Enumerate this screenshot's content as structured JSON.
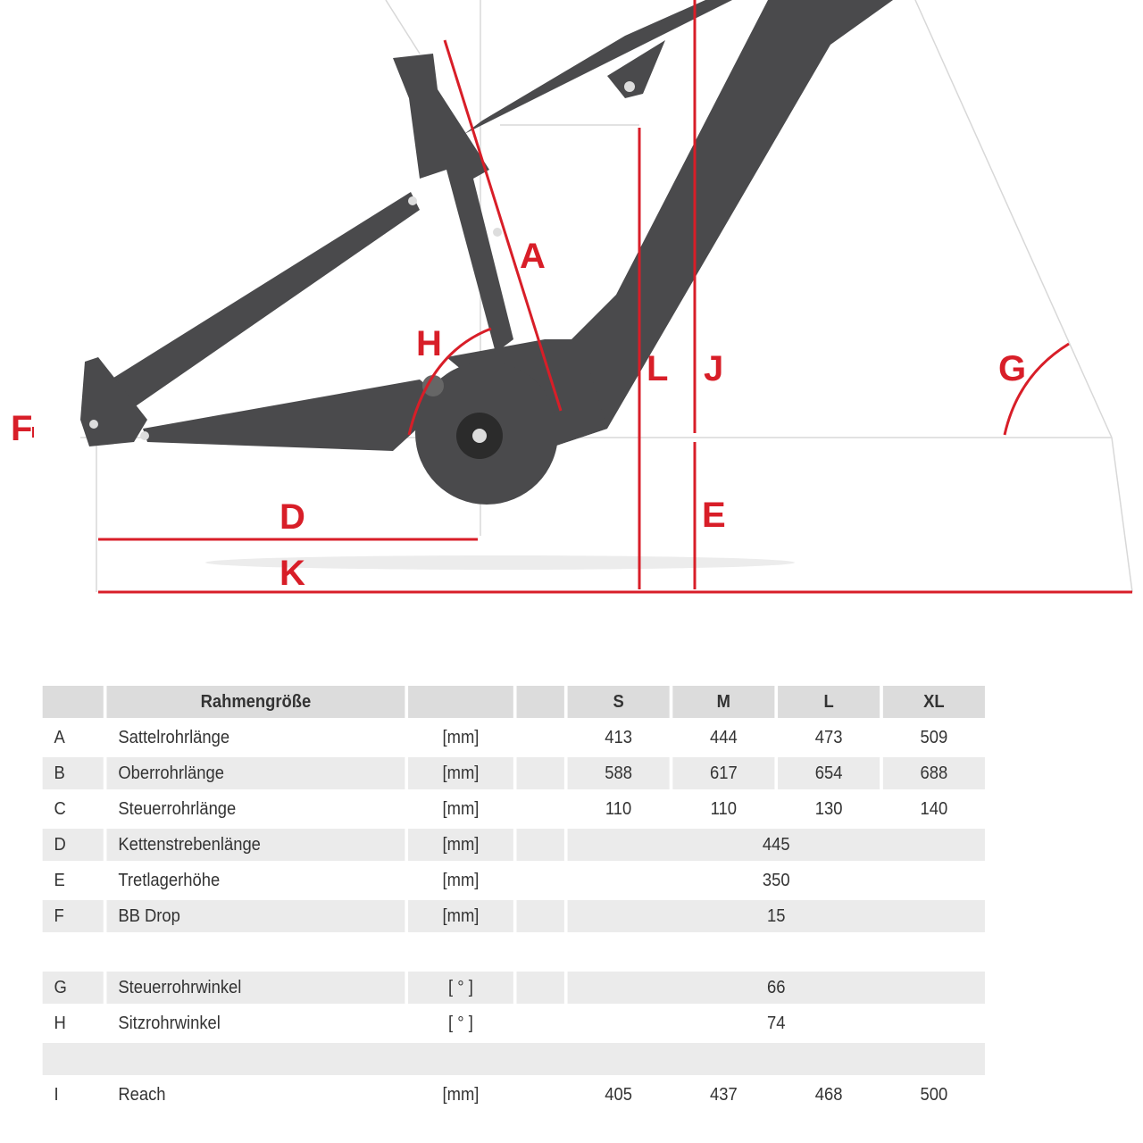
{
  "diagram": {
    "labels": [
      "A",
      "D",
      "E",
      "F",
      "G",
      "H",
      "J",
      "K",
      "L"
    ],
    "accent": "#d81e28",
    "frame_color": "#4a4a4c"
  },
  "table": {
    "header": {
      "title": "Rahmengröße",
      "sizes": [
        "S",
        "M",
        "L",
        "XL"
      ]
    },
    "rows": [
      {
        "key": "A",
        "name": "Sattelrohrlänge",
        "unit": "[mm]",
        "values": [
          "413",
          "444",
          "473",
          "509"
        ]
      },
      {
        "key": "B",
        "name": "Oberrohrlänge",
        "unit": "[mm]",
        "values": [
          "588",
          "617",
          "654",
          "688"
        ]
      },
      {
        "key": "C",
        "name": "Steuerrohrlänge",
        "unit": "[mm]",
        "values": [
          "110",
          "110",
          "130",
          "140"
        ]
      },
      {
        "key": "D",
        "name": "Kettenstrebenlänge",
        "unit": "[mm]",
        "value": "445"
      },
      {
        "key": "E",
        "name": "Tretlagerhöhe",
        "unit": "[mm]",
        "value": "350"
      },
      {
        "key": "F",
        "name": "BB Drop",
        "unit": "[mm]",
        "value": "15"
      },
      {
        "key": "G",
        "name": "Steuerrohrwinkel",
        "unit": "[ ° ]",
        "value": "66"
      },
      {
        "key": "H",
        "name": "Sitzrohrwinkel",
        "unit": "[ ° ]",
        "value": "74"
      },
      {
        "key": "I",
        "name": "Reach",
        "unit": "[mm]",
        "values": [
          "405",
          "437",
          "468",
          "500"
        ]
      }
    ]
  }
}
